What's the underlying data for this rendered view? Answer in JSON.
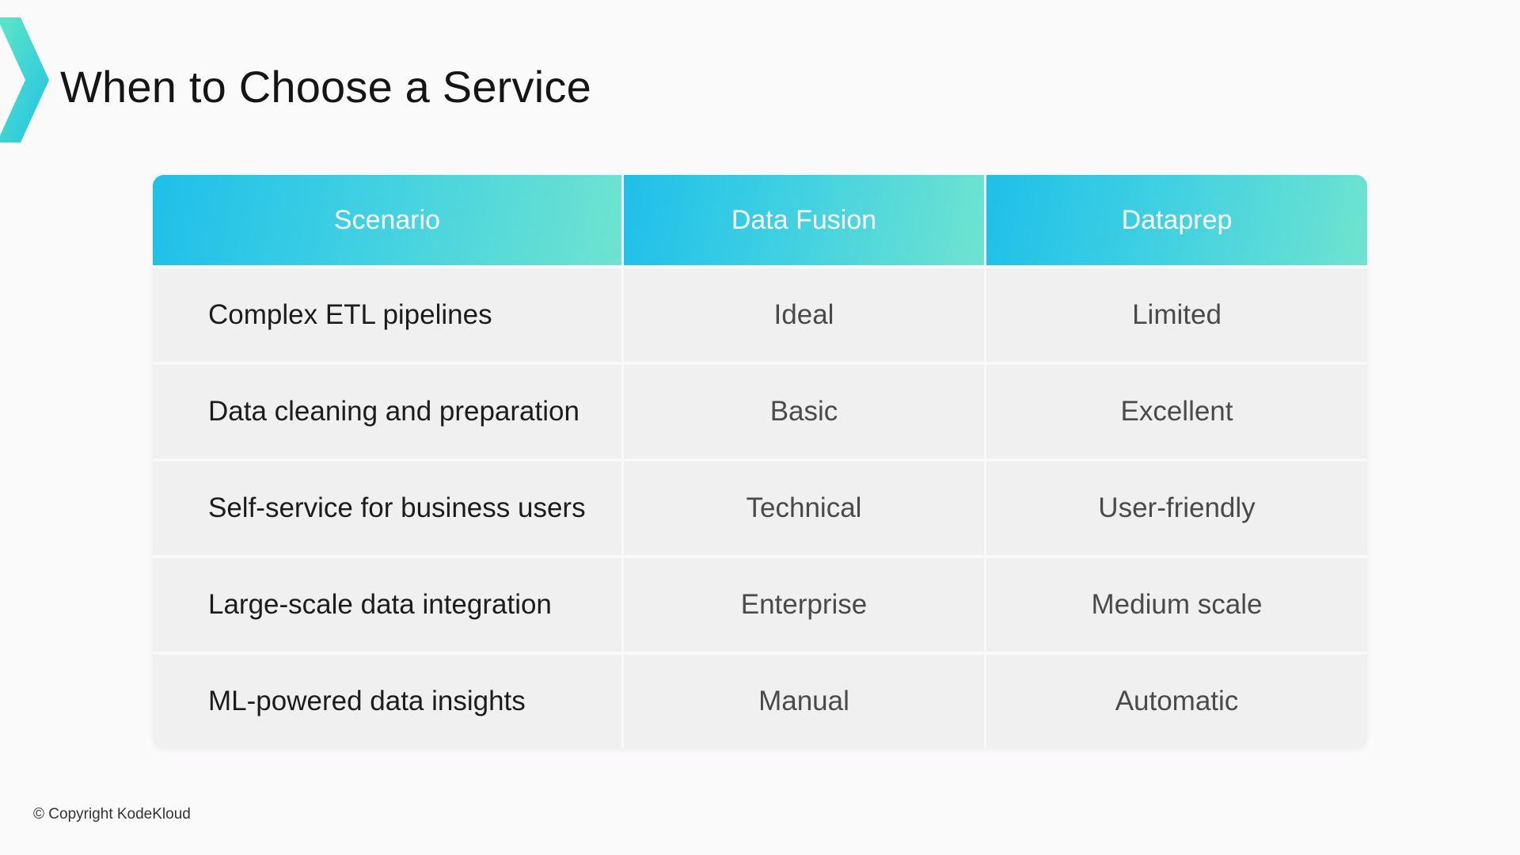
{
  "slide": {
    "title": "When to Choose a Service",
    "footer": "© Copyright KodeKloud"
  },
  "table": {
    "headers": [
      "Scenario",
      "Data Fusion",
      "Dataprep"
    ],
    "rows": [
      [
        "Complex ETL pipelines",
        "Ideal",
        "Limited"
      ],
      [
        "Data cleaning and preparation",
        "Basic",
        "Excellent"
      ],
      [
        "Self-service for business users",
        "Technical",
        "User-friendly"
      ],
      [
        "Large-scale data integration",
        "Enterprise",
        "Medium scale"
      ],
      [
        "ML-powered data insights",
        "Manual",
        "Automatic"
      ]
    ]
  },
  "colors": {
    "header_gradient_start": "#1fbfe9",
    "header_gradient_end": "#6fe3cf",
    "accent_chevron": "#2fd3d8"
  },
  "icons": {
    "logo": "chevron-logo-icon"
  }
}
